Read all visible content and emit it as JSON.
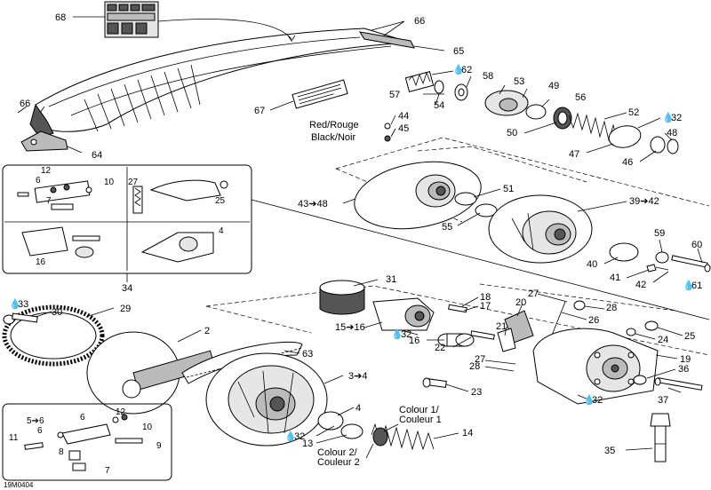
{
  "callouts": {
    "c68": "68",
    "c66a": "66",
    "c66b": "66",
    "c65": "65",
    "c67": "67",
    "c64": "64",
    "c62": "62",
    "c58": "58",
    "c57": "57",
    "c54": "54",
    "c53": "53",
    "c49": "49",
    "c56": "56",
    "c50": "50",
    "c52": "52",
    "c32a": "32",
    "c47": "47",
    "c48": "48",
    "c46": "46",
    "c44": "44",
    "c45": "45",
    "c43_48": "43➔48",
    "c51": "51",
    "c55": "55",
    "c39_42": "39➔42",
    "c59": "59",
    "c40": "40",
    "c41": "41",
    "c42": "42",
    "c60": "60",
    "c61": "61",
    "c12a": "12",
    "c6a": "6",
    "c10a": "10",
    "c7a": "7",
    "c27a": "27",
    "c25a": "25",
    "c16a": "16",
    "c4a": "4",
    "c34": "34",
    "c31": "31",
    "c18": "18",
    "c17": "17",
    "c27b": "27",
    "c28a": "28",
    "c20": "20",
    "c26": "26",
    "c15_16": "15➔16",
    "c32b": "32",
    "c16b": "16",
    "c21": "21",
    "c22": "22",
    "c24": "24",
    "c25b": "25",
    "c19": "19",
    "c36": "36",
    "c27c": "27",
    "c28b": "28",
    "c23": "23",
    "c32c": "32",
    "c37": "37",
    "c33": "33",
    "c30": "30",
    "c29": "29",
    "c2": "2",
    "c63": "63",
    "c3_4": "3➔4",
    "c4b": "4",
    "c32d": "32",
    "c13": "13",
    "c14": "14",
    "c35": "35",
    "c5_6": "5➔6",
    "c6b": "6",
    "c12b": "12",
    "c10b": "10",
    "c11": "11",
    "c6c": "6",
    "c9": "9",
    "c8": "8",
    "c7b": "7"
  },
  "labels": {
    "red_rouge": "Red/Rouge",
    "black_noir": "Black/Noir",
    "colour1_line1": "Colour 1/",
    "colour1_line2": "Couleur 1",
    "colour2_line1": "Colour 2/",
    "colour2_line2": "Couleur 2"
  },
  "figure_code": "19M0404",
  "icons": {
    "loctite": "drop-icon",
    "arrow": "right-arrow-glyph"
  }
}
